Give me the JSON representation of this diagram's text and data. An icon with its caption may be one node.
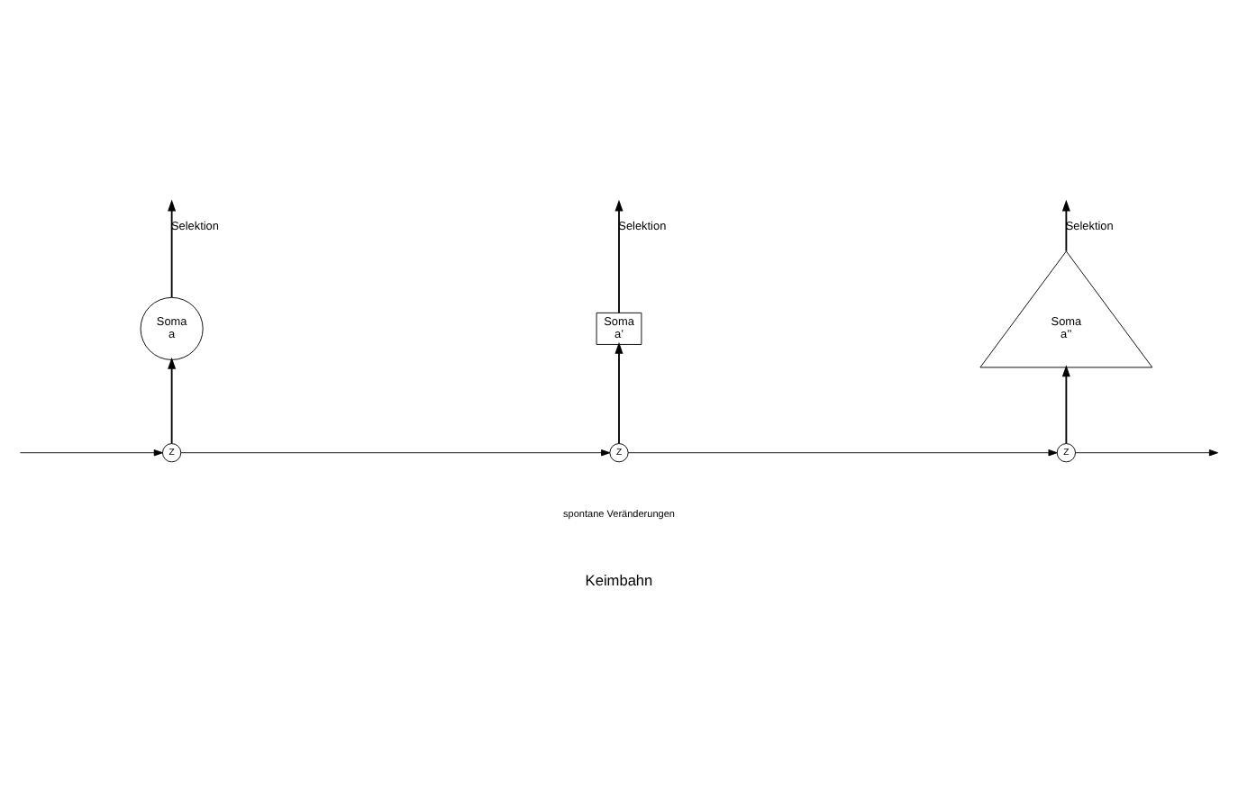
{
  "diagram": {
    "nodes": [
      {
        "text": [
          "Soma",
          "a"
        ]
      },
      {
        "text": [
          "Soma",
          "a’"
        ]
      },
      {
        "text": [
          "Soma",
          "a’’"
        ]
      },
      {
        "text": [
          "Z"
        ]
      },
      {
        "text": [
          "Z"
        ]
      },
      {
        "text": [
          "Z"
        ]
      }
    ],
    "edges": [
      {
        "from": 3,
        "to": 0,
        "arrow": "to"
      },
      {
        "from": 4,
        "to": 1,
        "arrow": "to"
      },
      {
        "from": 5,
        "to": 2,
        "arrow": "to"
      },
      {
        "from": 0,
        "to": null,
        "arrow": "to",
        "label": "Selektion"
      },
      {
        "from": 1,
        "to": null,
        "arrow": "to",
        "label": "Selektion"
      },
      {
        "from": 2,
        "to": null,
        "arrow": "to",
        "label": "Selektion"
      },
      {
        "from": null,
        "to": 3,
        "arrow": "to"
      },
      {
        "from": 3,
        "to": 4,
        "arrow": "to"
      },
      {
        "from": 4,
        "to": 5,
        "arrow": "to"
      },
      {
        "from": 5,
        "to": null,
        "arrow": "to"
      }
    ],
    "labels": [
      "spontane Veränderungen",
      "Keimbahn"
    ]
  }
}
